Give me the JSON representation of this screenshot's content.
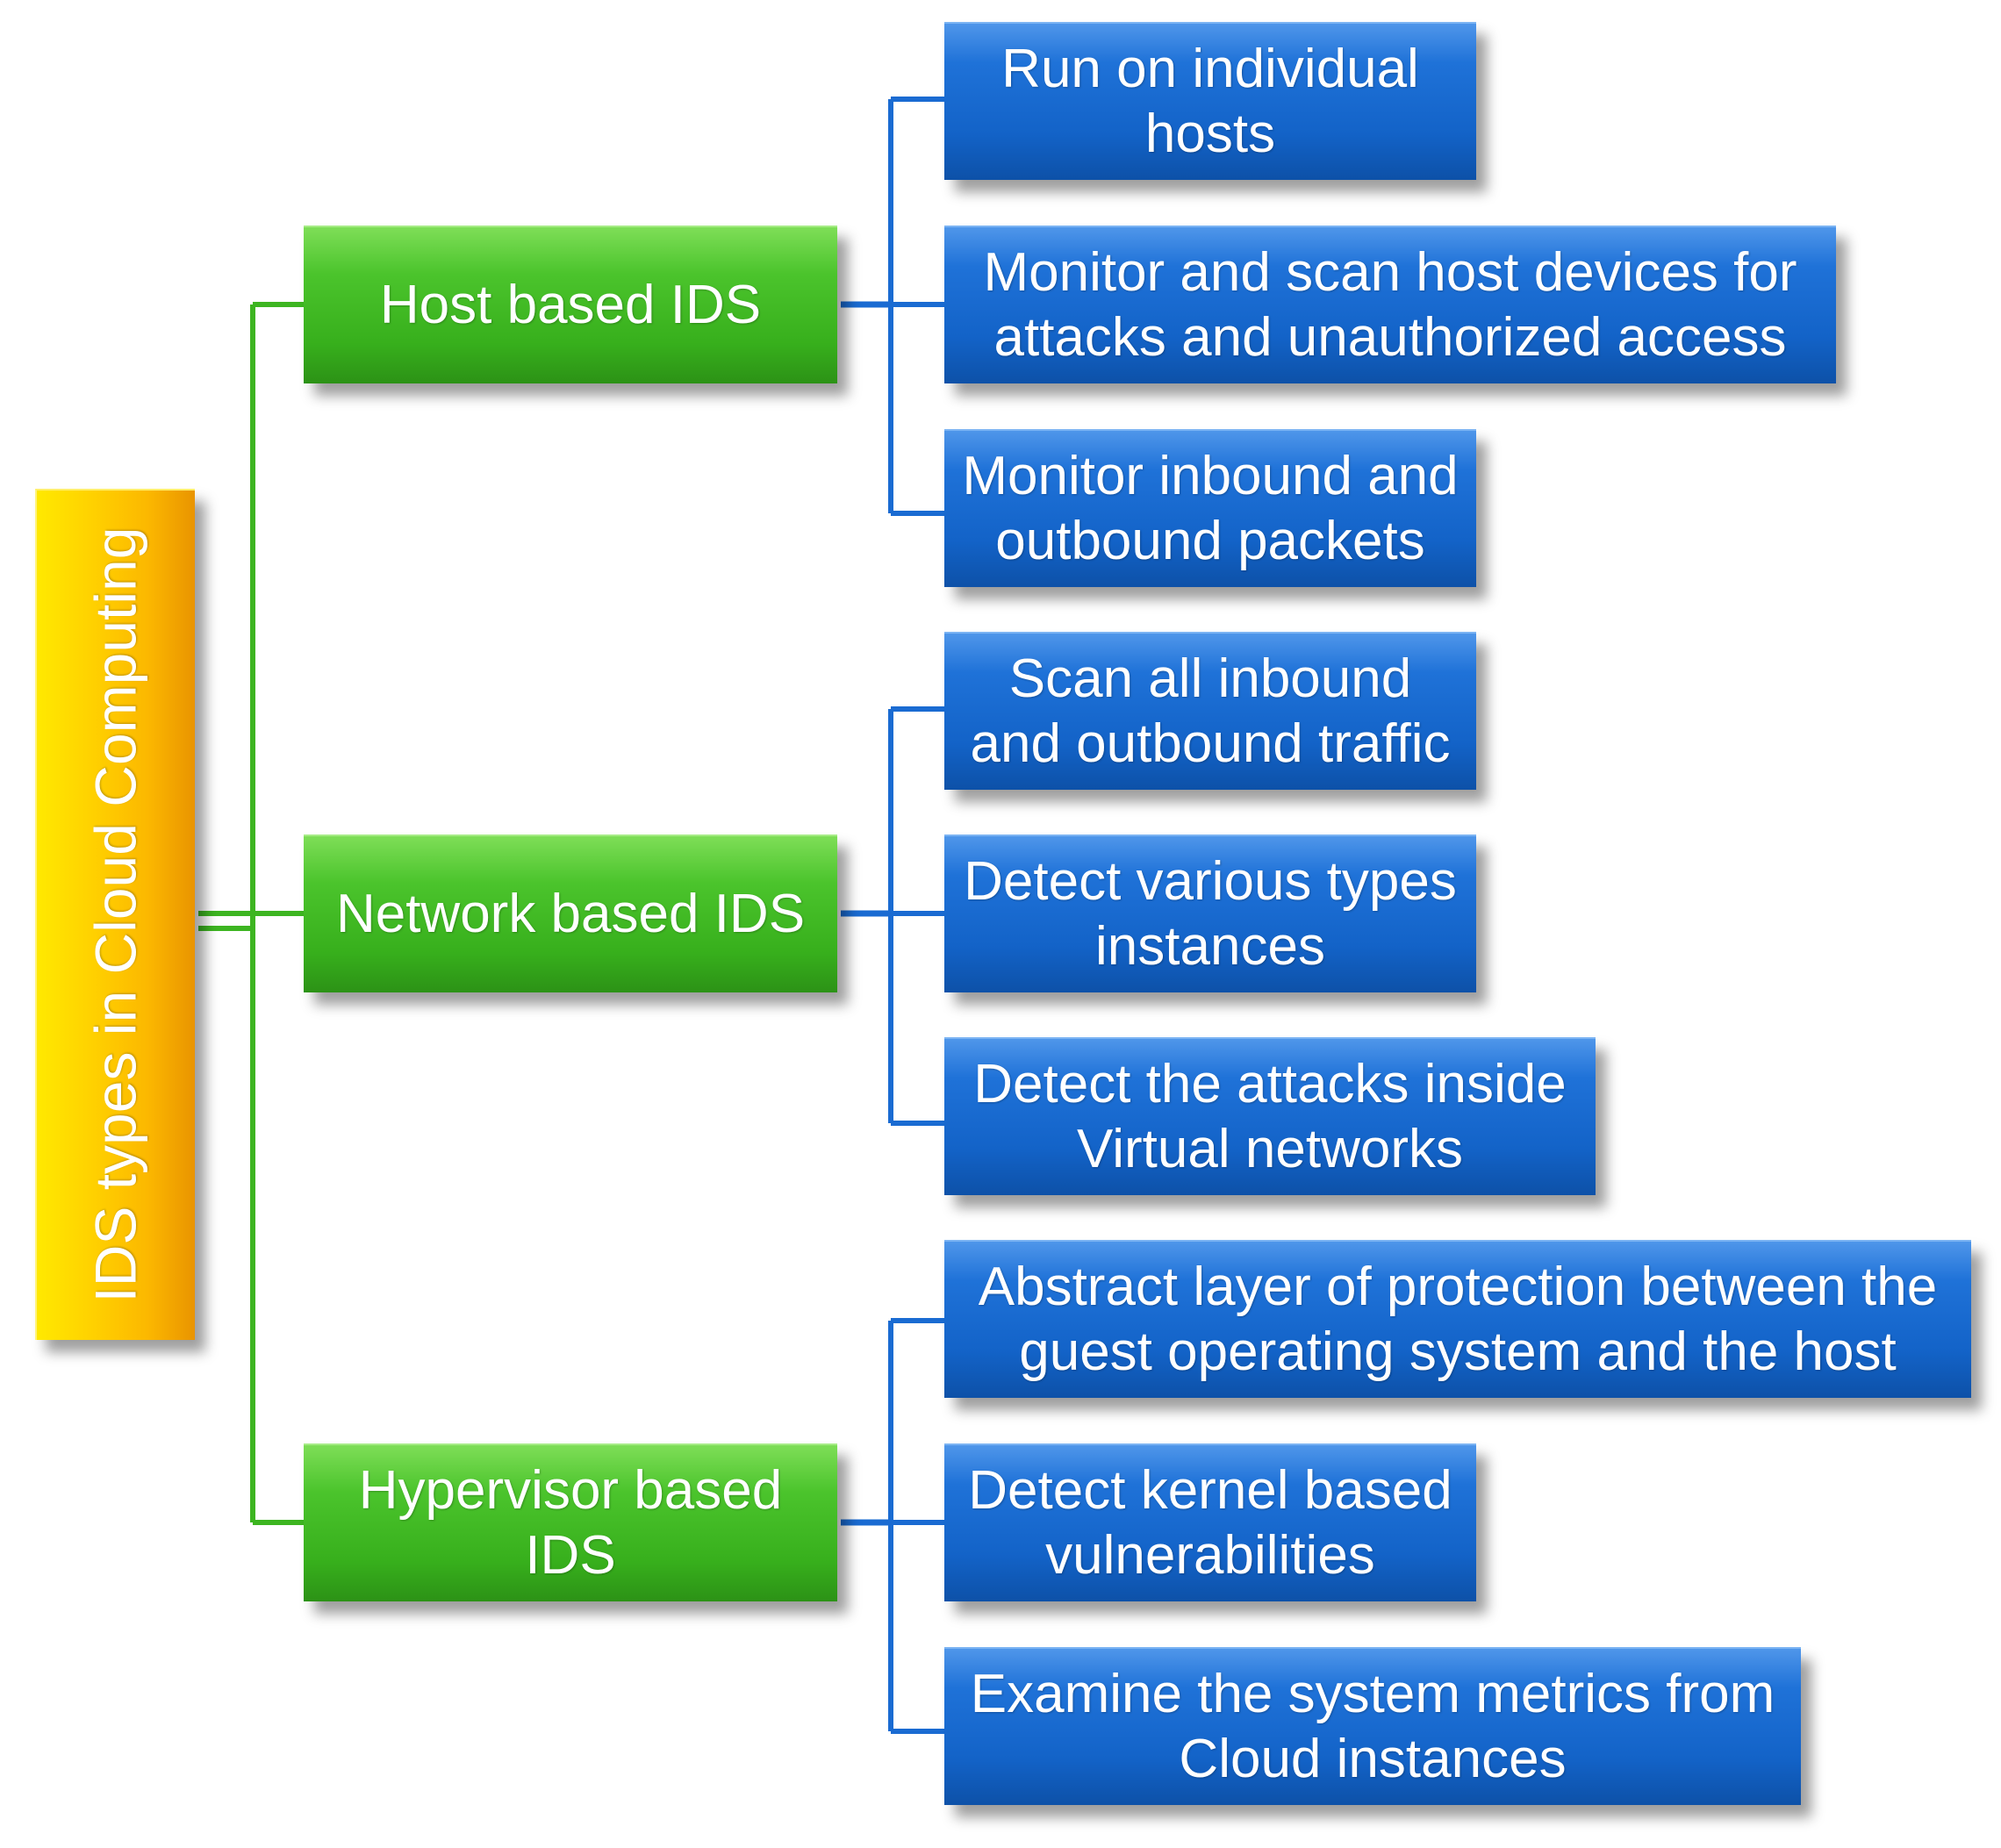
{
  "root": {
    "label": "IDS types in Cloud Computing",
    "color": "#ffd100"
  },
  "colors": {
    "category_fill": "#3db521",
    "category_connector": "#3db521",
    "leaf_fill": "#1a6bd2",
    "leaf_connector": "#1a6bd2"
  },
  "categories": [
    {
      "label": "Host based IDS",
      "items": [
        "Run on individual hosts",
        "Monitor and scan host devices for attacks and unauthorized access",
        "Monitor inbound and outbound packets"
      ]
    },
    {
      "label": "Network based IDS",
      "items": [
        "Scan all inbound and outbound traffic",
        "Detect various types instances",
        "Detect the attacks inside Virtual networks"
      ]
    },
    {
      "label": "Hypervisor based IDS",
      "items": [
        "Abstract layer of protection between the guest operating system and the host",
        "Detect kernel based vulnerabilities",
        "Examine the system metrics from Cloud instances"
      ]
    }
  ]
}
